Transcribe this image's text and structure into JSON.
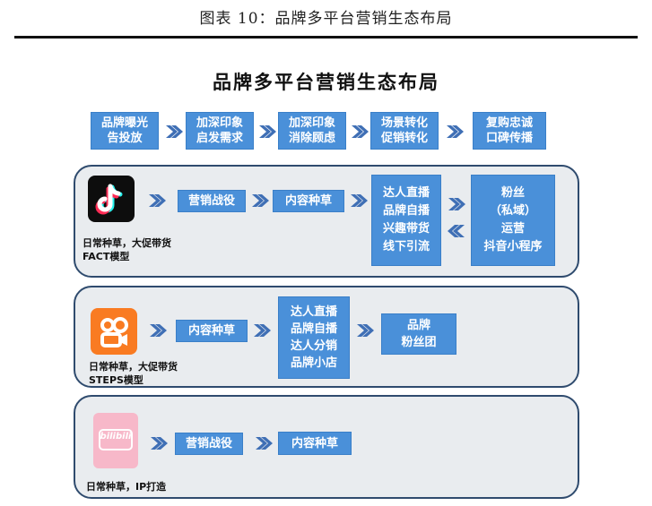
{
  "caption": "图表 10：品牌多平台营销生态布局",
  "title": "品牌多平台营销生态布局",
  "colors": {
    "box": "#4a90d9",
    "panel_bg": "#e9ecef",
    "panel_border": "#2f4b6e",
    "arrow": "#3f6fb5"
  },
  "top_flow": [
    {
      "line1": "品牌曝光",
      "line2": "告投放"
    },
    {
      "line1": "加深印象",
      "line2": "启发需求"
    },
    {
      "line1": "加深印象",
      "line2": "消除顾虑"
    },
    {
      "line1": "场景转化",
      "line2": "促销转化"
    },
    {
      "line1": "复购忠诚",
      "line2": "口碑传播"
    }
  ],
  "douyin": {
    "icon": "douyin-note-icon",
    "label_line1": "日常种草，大促带货",
    "label_line2": "FACT模型",
    "step1": "营销战役",
    "step2": "内容种草",
    "live_lines": [
      "达人直播",
      "品牌自播",
      "兴趣带货",
      "线下引流"
    ],
    "fans_lines": [
      "粉丝",
      "（私域）",
      "运营",
      "抖音小程序"
    ]
  },
  "kuaishou": {
    "icon": "kuaishou-camera-icon",
    "label_line1": "日常种草，大促带货",
    "label_line2": "STEPS模型",
    "step1": "内容种草",
    "live_lines": [
      "达人直播",
      "品牌自播",
      "达人分销",
      "品牌小店"
    ],
    "fans_lines": [
      "品牌",
      "粉丝团"
    ]
  },
  "bilibili": {
    "icon": "bilibili-logo-icon",
    "icon_text": "bilibili",
    "label_line1": "日常种草，IP打造",
    "step1": "营销战役",
    "step2": "内容种草"
  }
}
